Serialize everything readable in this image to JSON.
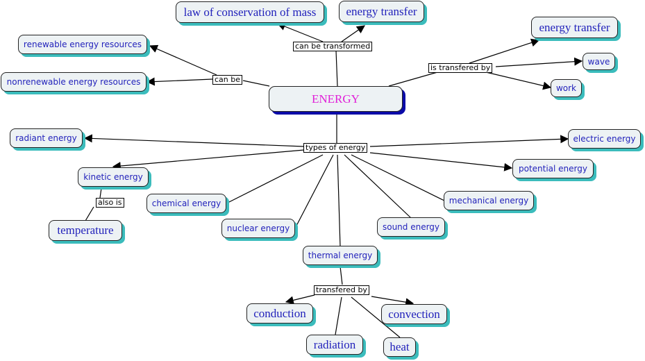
{
  "title": "ENERGY concept map",
  "colors": {
    "concept_text": "#2222bb",
    "root_text": "#e020d8",
    "concept_fill": "#edf2f4",
    "shadow": "#3bbcbc",
    "root_shadow": "#0a0aa8"
  },
  "root": {
    "label": "ENERGY"
  },
  "concepts": {
    "law_conservation": "law of conservation of mass",
    "energy_transfer_top": "energy transfer",
    "renewable": "renewable energy resources",
    "nonrenewable": "nonrenewable energy resources",
    "energy_transfer_right": "energy transfer",
    "wave": "wave",
    "work": "work",
    "radiant": "radiant energy",
    "electric": "electric energy",
    "kinetic": "kinetic energy",
    "potential": "potential energy",
    "chemical": "chemical energy",
    "mechanical": "mechanical energy",
    "nuclear": "nuclear energy",
    "sound": "sound energy",
    "temperature": "temperature",
    "thermal": "thermal energy",
    "conduction": "conduction",
    "convection": "convection",
    "radiation": "radiation",
    "heat": "heat"
  },
  "link_labels": {
    "can_be_transformed": "can be transformed",
    "can_be": "can be",
    "is_transfered_by": "is transfered by",
    "types_of_energy": "types of energy",
    "also_is": "also is",
    "transfered_by": "transfered by"
  }
}
